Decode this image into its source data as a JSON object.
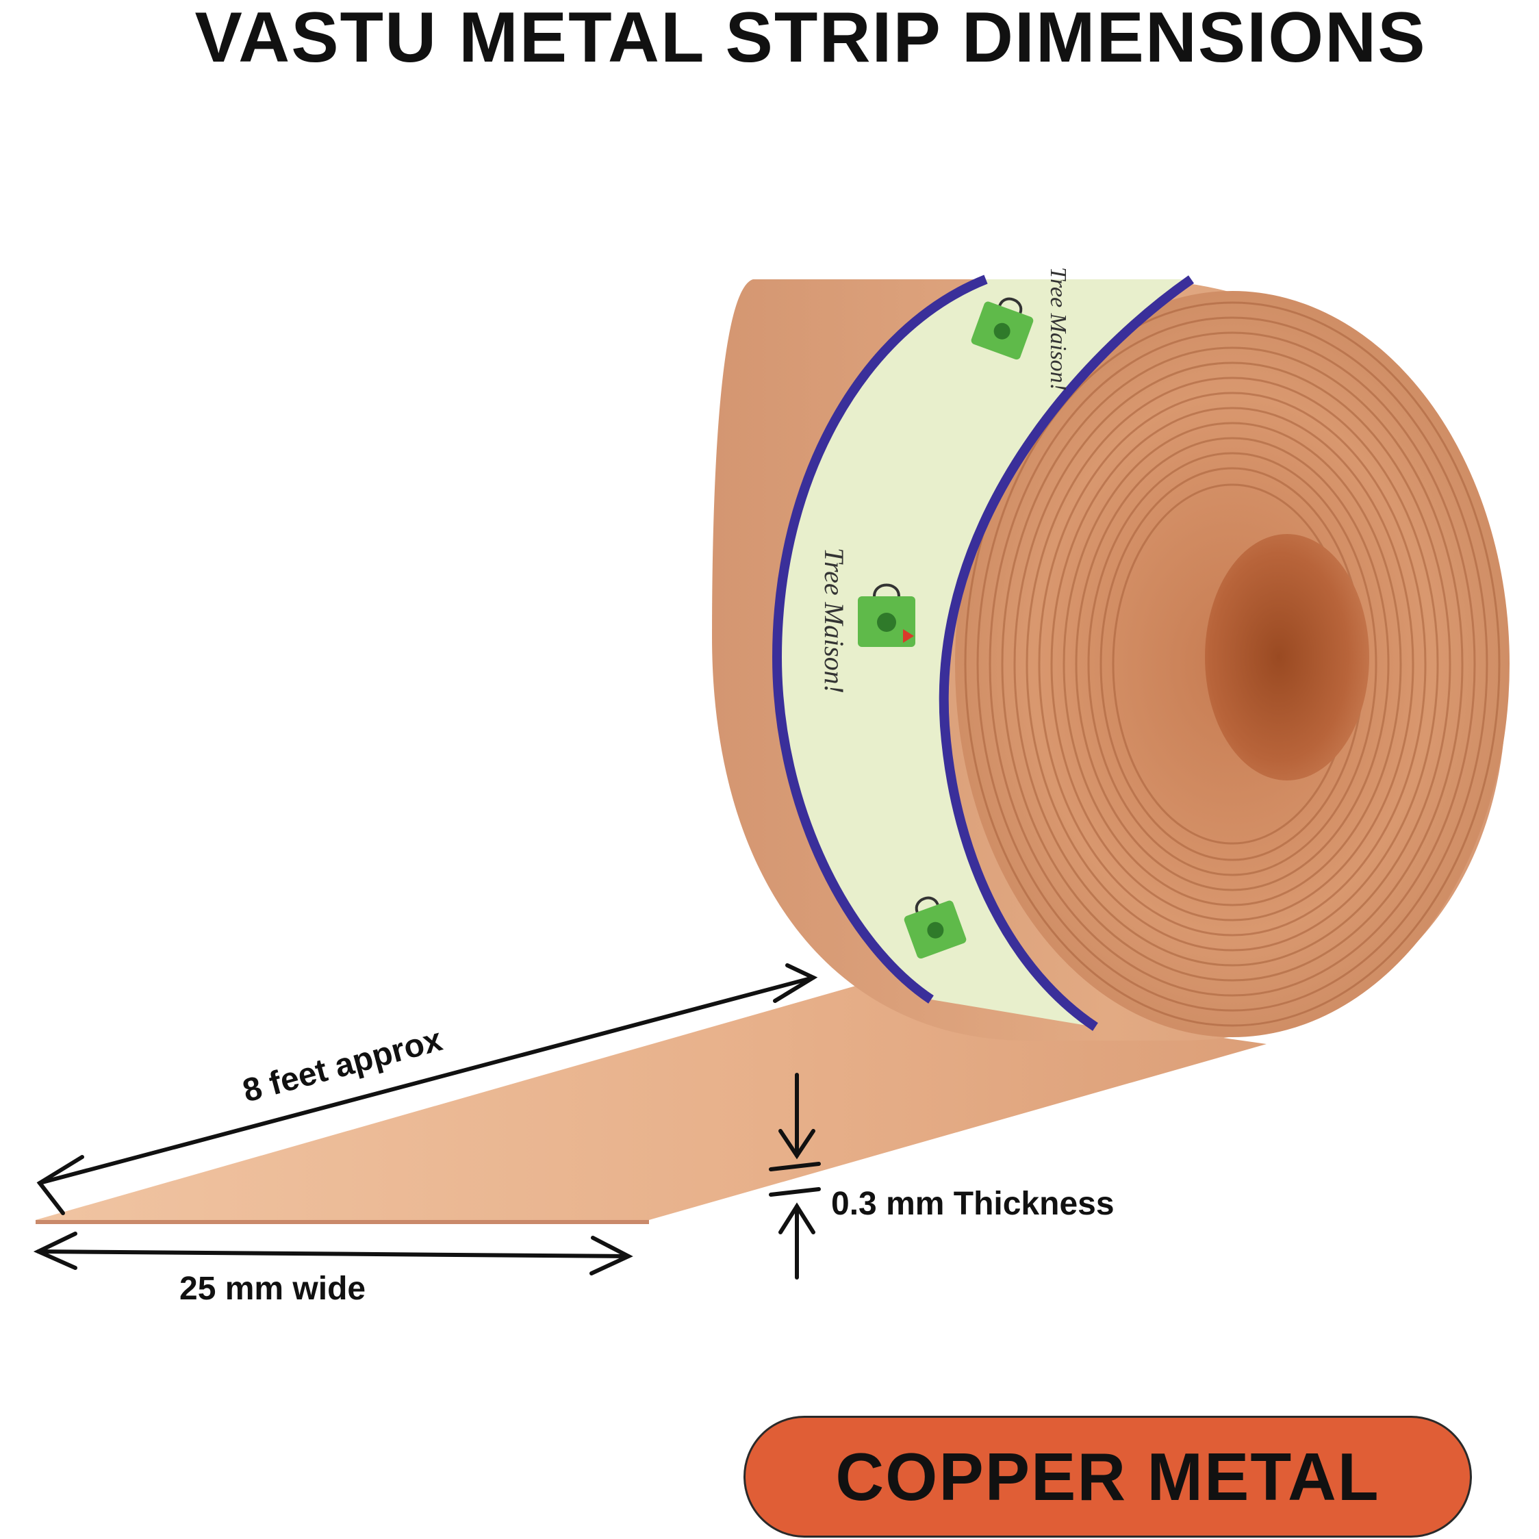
{
  "title": "VASTU METAL STRIP DIMENSIONS",
  "labels": {
    "length": "8 feet approx",
    "width": "25 mm wide",
    "thickness": "0.3 mm Thickness"
  },
  "badge": {
    "text": "COPPER METAL",
    "color": "#e05e36"
  },
  "brand": {
    "name": "Tree Maison!"
  },
  "colors": {
    "copper": "#d89a72",
    "copper_dark": "#b8714a",
    "label_band": "#e8efcc",
    "band_stripe": "#3a2f9a",
    "logo_green": "#5fba4a"
  }
}
